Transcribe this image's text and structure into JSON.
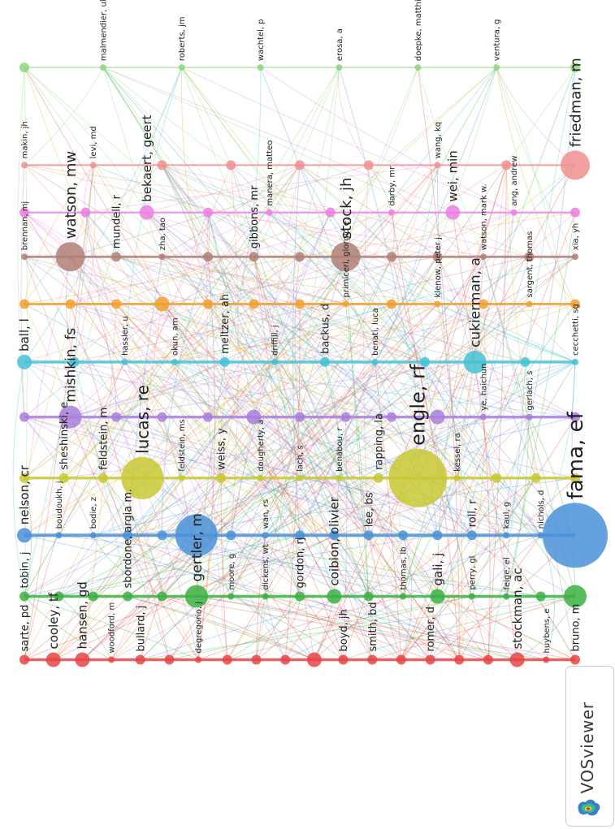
{
  "brand": {
    "name": "VOSviewer"
  },
  "network": {
    "clusters": [
      {
        "id": "light-green",
        "color": "#8dd67a",
        "nodes": [
          {
            "label": "",
            "w": 1
          },
          {
            "label": "malmendier, ulrike",
            "w": 0
          },
          {
            "label": "roberts, jm",
            "w": 0
          },
          {
            "label": "wachtel, p",
            "w": 0
          },
          {
            "label": "erosa, a",
            "w": 0
          },
          {
            "label": "doepke, matthias",
            "w": 0
          },
          {
            "label": "ventura, g",
            "w": 0
          },
          {
            "label": "",
            "w": 1
          }
        ]
      },
      {
        "id": "salmon",
        "color": "#f08f8f",
        "nodes": [
          {
            "label": "makin, jh",
            "w": 0
          },
          {
            "label": "levi, md",
            "w": 0
          },
          {
            "label": "",
            "w": 1
          },
          {
            "label": "",
            "w": 1
          },
          {
            "label": "",
            "w": 1
          },
          {
            "label": "",
            "w": 1
          },
          {
            "label": "wang, kq",
            "w": 0
          },
          {
            "label": "",
            "w": 1
          },
          {
            "label": "friedman, m",
            "w": 4
          }
        ]
      },
      {
        "id": "pink",
        "color": "#ea7fe0",
        "nodes": [
          {
            "label": "",
            "w": 1
          },
          {
            "label": "",
            "w": 1
          },
          {
            "label": "bekaert, geert",
            "w": 2
          },
          {
            "label": "",
            "w": 1
          },
          {
            "label": "manera, matteo",
            "w": 0
          },
          {
            "label": "",
            "w": 1
          },
          {
            "label": "darby, mr",
            "w": 0
          },
          {
            "label": "wei, min",
            "w": 2
          },
          {
            "label": "ang, andrew",
            "w": 0
          },
          {
            "label": "",
            "w": 1
          }
        ]
      },
      {
        "id": "brown",
        "color": "#b07f76",
        "nodes": [
          {
            "label": "brennan, mj",
            "w": 0
          },
          {
            "label": "watson, mw",
            "w": 4
          },
          {
            "label": "mundell, r",
            "w": 1
          },
          {
            "label": "zha, tao",
            "w": 0
          },
          {
            "label": "",
            "w": 1
          },
          {
            "label": "gibbons, mr",
            "w": 1
          },
          {
            "label": "",
            "w": 1
          },
          {
            "label": "stock, jh",
            "w": 4
          },
          {
            "label": "",
            "w": 1
          },
          {
            "label": "",
            "w": 1
          },
          {
            "label": "watson, mark w.",
            "w": 0
          },
          {
            "label": "",
            "w": 1
          },
          {
            "label": "xia, yh",
            "w": 0
          }
        ]
      },
      {
        "id": "orange",
        "color": "#f0a030",
        "nodes": [
          {
            "label": "",
            "w": 1
          },
          {
            "label": "",
            "w": 1
          },
          {
            "label": "",
            "w": 1
          },
          {
            "label": "",
            "w": 2
          },
          {
            "label": "",
            "w": 1
          },
          {
            "label": "",
            "w": 1
          },
          {
            "label": "",
            "w": 1
          },
          {
            "label": "primiceri, giorgio e.",
            "w": 0
          },
          {
            "label": "",
            "w": 1
          },
          {
            "label": "klenow, peter j.",
            "w": 0
          },
          {
            "label": "",
            "w": 1
          },
          {
            "label": "sargent, thomas",
            "w": 0
          },
          {
            "label": "",
            "w": 1
          }
        ]
      },
      {
        "id": "cyan",
        "color": "#45c2d4",
        "nodes": [
          {
            "label": "ball, l",
            "w": 2
          },
          {
            "label": "",
            "w": 1
          },
          {
            "label": "hassler, u",
            "w": 0
          },
          {
            "label": "okun, am",
            "w": 0
          },
          {
            "label": "meltzer, ah",
            "w": 1
          },
          {
            "label": "driffill, j",
            "w": 0
          },
          {
            "label": "backus, d",
            "w": 1
          },
          {
            "label": "benati, luca",
            "w": 0
          },
          {
            "label": "",
            "w": 1
          },
          {
            "label": "cukierman, a",
            "w": 3
          },
          {
            "label": "",
            "w": 1
          },
          {
            "label": "cecchetti, sg",
            "w": 0
          }
        ]
      },
      {
        "id": "purple",
        "color": "#a87fdc",
        "nodes": [
          {
            "label": "",
            "w": 1
          },
          {
            "label": "mishkin, fs",
            "w": 3
          },
          {
            "label": "",
            "w": 1
          },
          {
            "label": "",
            "w": 1
          },
          {
            "label": "",
            "w": 1
          },
          {
            "label": "",
            "w": 2
          },
          {
            "label": "",
            "w": 1
          },
          {
            "label": "",
            "w": 1
          },
          {
            "label": "",
            "w": 1
          },
          {
            "label": "",
            "w": 2
          },
          {
            "label": "ye, haichun",
            "w": 0
          },
          {
            "label": "gerlach, s",
            "w": 0
          },
          {
            "label": "",
            "w": 1
          }
        ]
      },
      {
        "id": "olive",
        "color": "#c8c832",
        "nodes": [
          {
            "label": "",
            "w": 1
          },
          {
            "label": "sheshinski, e",
            "w": 1
          },
          {
            "label": "feldstein, m",
            "w": 1
          },
          {
            "label": "lucas, re",
            "w": 5
          },
          {
            "label": "feldstein, ms",
            "w": 0
          },
          {
            "label": "weiss, y",
            "w": 1
          },
          {
            "label": "dougherty, a",
            "w": 0
          },
          {
            "label": "lach, s",
            "w": 0
          },
          {
            "label": "benabou, r",
            "w": 0
          },
          {
            "label": "rapping, la",
            "w": 1
          },
          {
            "label": "engle, rf",
            "w": 6
          },
          {
            "label": "kessel, ra",
            "w": 0
          },
          {
            "label": "",
            "w": 1
          },
          {
            "label": "",
            "w": 1
          },
          {
            "label": "",
            "w": 1
          }
        ]
      },
      {
        "id": "blue",
        "color": "#4a90d9",
        "nodes": [
          {
            "label": "nelson, cr",
            "w": 2
          },
          {
            "label": "boudoukh, j",
            "w": 0
          },
          {
            "label": "bodie, z",
            "w": 0
          },
          {
            "label": "",
            "w": 1
          },
          {
            "label": "",
            "w": 1
          },
          {
            "label": "",
            "w": 5
          },
          {
            "label": "",
            "w": 1
          },
          {
            "label": "wan, rs",
            "w": 0
          },
          {
            "label": "",
            "w": 1
          },
          {
            "label": "",
            "w": 1
          },
          {
            "label": "lee, bs",
            "w": 1
          },
          {
            "label": "",
            "w": 1
          },
          {
            "label": "",
            "w": 1
          },
          {
            "label": "roll, r",
            "w": 1
          },
          {
            "label": "kaul, g",
            "w": 0
          },
          {
            "label": "nichols, d",
            "w": 0
          },
          {
            "label": "fama, ef",
            "w": 7
          }
        ]
      },
      {
        "id": "green",
        "color": "#3cb043",
        "nodes": [
          {
            "label": "tobin, j",
            "w": 1
          },
          {
            "label": "",
            "w": 1
          },
          {
            "label": "",
            "w": 1
          },
          {
            "label": "sbordone, argia m.",
            "w": 1
          },
          {
            "label": "",
            "w": 1
          },
          {
            "label": "gertler, m",
            "w": 3
          },
          {
            "label": "moore, g",
            "w": 0
          },
          {
            "label": "dickens, wt",
            "w": 0
          },
          {
            "label": "gordon, rj",
            "w": 1
          },
          {
            "label": "coibion, olivier",
            "w": 2
          },
          {
            "label": "",
            "w": 1
          },
          {
            "label": "thomas, lb",
            "w": 0
          },
          {
            "label": "gali, j",
            "w": 2
          },
          {
            "label": "perry, gl",
            "w": 0
          },
          {
            "label": "feige, el",
            "w": 0
          },
          {
            "label": "",
            "w": 1
          },
          {
            "label": "",
            "w": 3
          }
        ]
      },
      {
        "id": "red",
        "color": "#e64545",
        "nodes": [
          {
            "label": "sarte, pd",
            "w": 1
          },
          {
            "label": "cooley, tf",
            "w": 2
          },
          {
            "label": "hansen, gd",
            "w": 2
          },
          {
            "label": "woodford, m",
            "w": 0
          },
          {
            "label": "bullard, j",
            "w": 1
          },
          {
            "label": "",
            "w": 1
          },
          {
            "label": "degregorio, j",
            "w": 0
          },
          {
            "label": "",
            "w": 1
          },
          {
            "label": "",
            "w": 1
          },
          {
            "label": "",
            "w": 1
          },
          {
            "label": "",
            "w": 2
          },
          {
            "label": "boyd, jh",
            "w": 1
          },
          {
            "label": "smith, bd",
            "w": 1
          },
          {
            "label": "",
            "w": 1
          },
          {
            "label": "romer, d",
            "w": 1
          },
          {
            "label": "",
            "w": 1
          },
          {
            "label": "",
            "w": 1
          },
          {
            "label": "stockman, ac",
            "w": 2
          },
          {
            "label": "huybens, e",
            "w": 0
          },
          {
            "label": "bruno, m",
            "w": 1
          }
        ]
      }
    ]
  }
}
